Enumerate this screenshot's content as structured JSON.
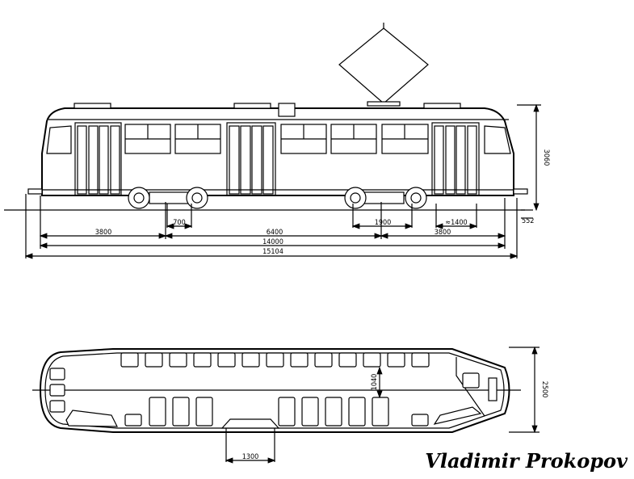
{
  "side_view": {
    "dims": {
      "d700": "700",
      "d1900": "1900",
      "d1400": "≈1400",
      "d3800_left": "3800",
      "d6400": "6400",
      "d3800_right": "3800",
      "d14000": "14000",
      "d15104": "15104",
      "d552": "552",
      "d3060": "3060"
    }
  },
  "plan_view": {
    "dims": {
      "d1040": "1040",
      "d2500": "2500",
      "d1300": "1300"
    }
  },
  "author": "Vladimir Prokopov"
}
